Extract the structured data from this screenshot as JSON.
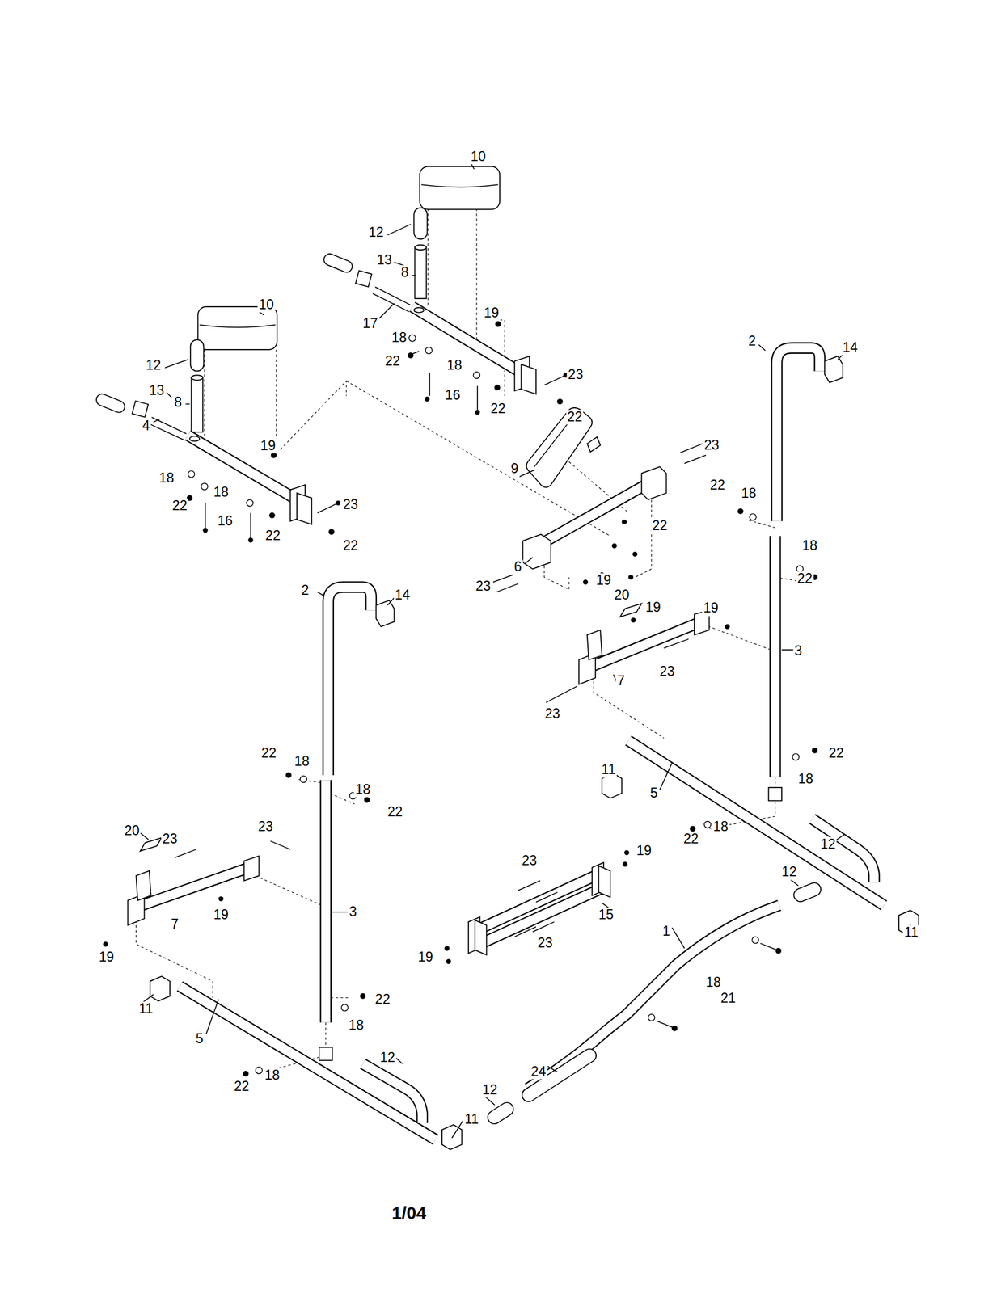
{
  "diagram": {
    "labels": [
      "10",
      "12",
      "13",
      "8",
      "17",
      "19",
      "18",
      "22",
      "18",
      "16",
      "22",
      "23",
      "22",
      "10",
      "12",
      "13",
      "8",
      "4",
      "19",
      "18",
      "22",
      "18",
      "23",
      "16",
      "22",
      "22",
      "2",
      "14",
      "23",
      "9",
      "6",
      "22",
      "19",
      "23",
      "22",
      "18",
      "18",
      "22",
      "20",
      "19",
      "19",
      "3",
      "7",
      "23",
      "23",
      "11",
      "22",
      "18",
      "5",
      "22",
      "18",
      "12",
      "11",
      "2",
      "14",
      "22",
      "18",
      "18",
      "22",
      "20",
      "23",
      "23",
      "19",
      "7",
      "3",
      "19",
      "11",
      "22",
      "18",
      "5",
      "12",
      "22",
      "18",
      "11",
      "23",
      "19",
      "15",
      "23",
      "19",
      "12",
      "1",
      "18",
      "21",
      "24",
      "12",
      "1/04"
    ]
  }
}
